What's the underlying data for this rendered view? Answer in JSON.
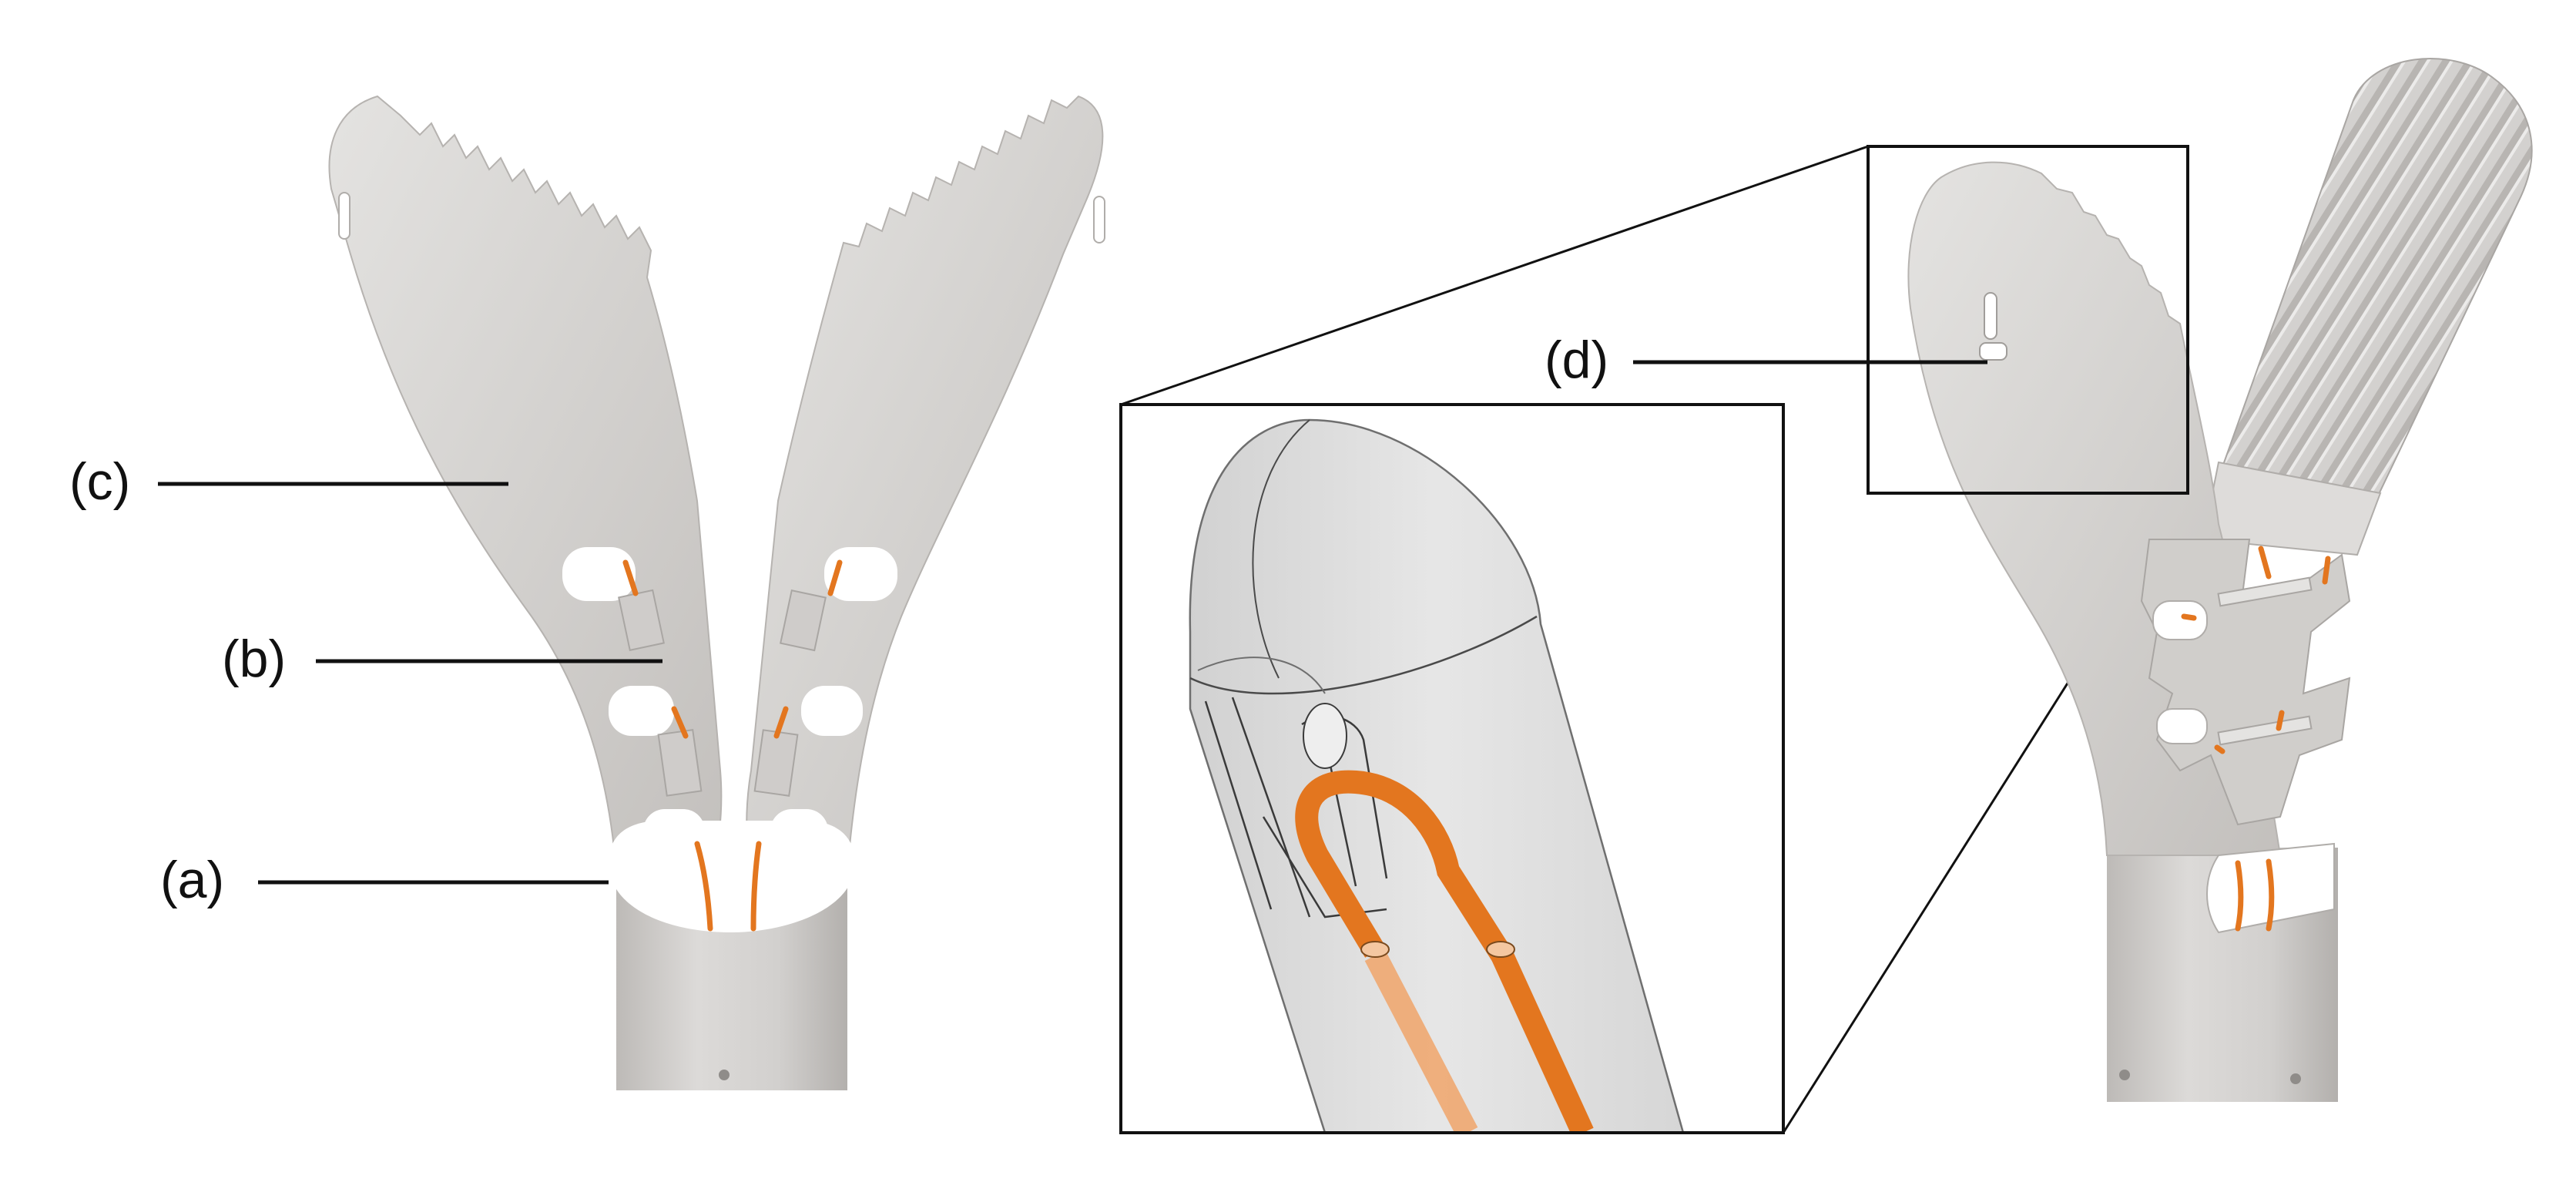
{
  "labels": {
    "a": "(a)",
    "b": "(b)",
    "c": "(c)",
    "d": "(d)"
  },
  "colors": {
    "body_fill": "#d5d3d1",
    "body_light": "#e6e5e3",
    "body_dark": "#b9b6b3",
    "tendon": "#e3761f",
    "tendon_light": "#f0a56a",
    "line": "#111111",
    "transparent_body": "#d9d9d9"
  },
  "icons": {
    "left_view": "gripper-front-view",
    "right_view": "gripper-side-view",
    "inset": "jaw-tip-transparent-detail"
  }
}
